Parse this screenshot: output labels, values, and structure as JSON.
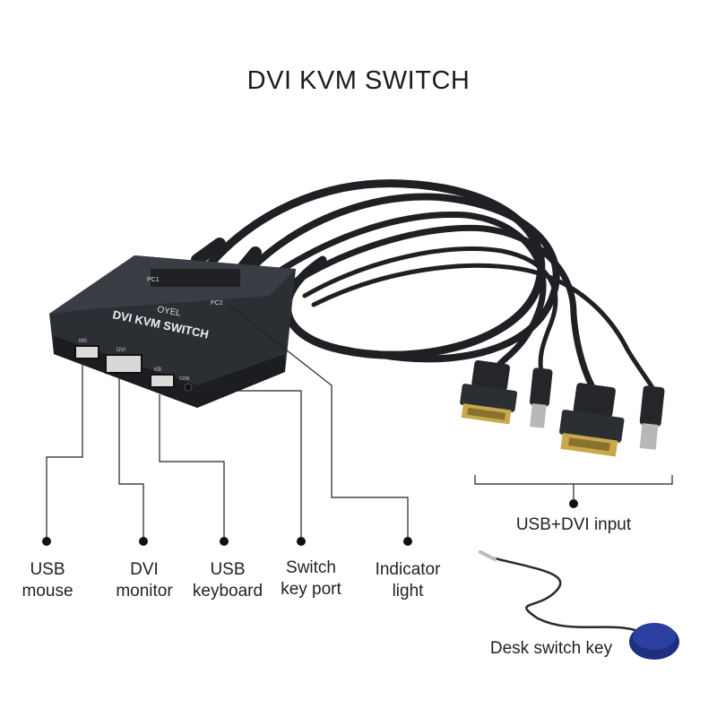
{
  "title": "DVI KVM SWITCH",
  "device": {
    "brand": "OYEL",
    "model": "DVI KVM SWITCH",
    "port_pc1": "PC1",
    "port_pc2": "PC2",
    "port_ms": "MS",
    "port_dvi": "DVI",
    "port_kb": "KB",
    "port_con": "CON"
  },
  "labels": {
    "usb_mouse": [
      "USB",
      "mouse"
    ],
    "dvi_monitor": [
      "DVI",
      "monitor"
    ],
    "usb_keyboard": [
      "USB",
      "keyboard"
    ],
    "switch_key_port": [
      "Switch",
      "key port"
    ],
    "indicator_light": [
      "Indicator",
      "light"
    ],
    "usb_dvi_input": "USB+DVI input",
    "desk_switch_key": "Desk switch key"
  },
  "colors": {
    "device_body": "#2b2e33",
    "cable": "#1e2024",
    "dvi_plug_metal": "#c8a84a",
    "switch_key": "#2a3fa0"
  }
}
